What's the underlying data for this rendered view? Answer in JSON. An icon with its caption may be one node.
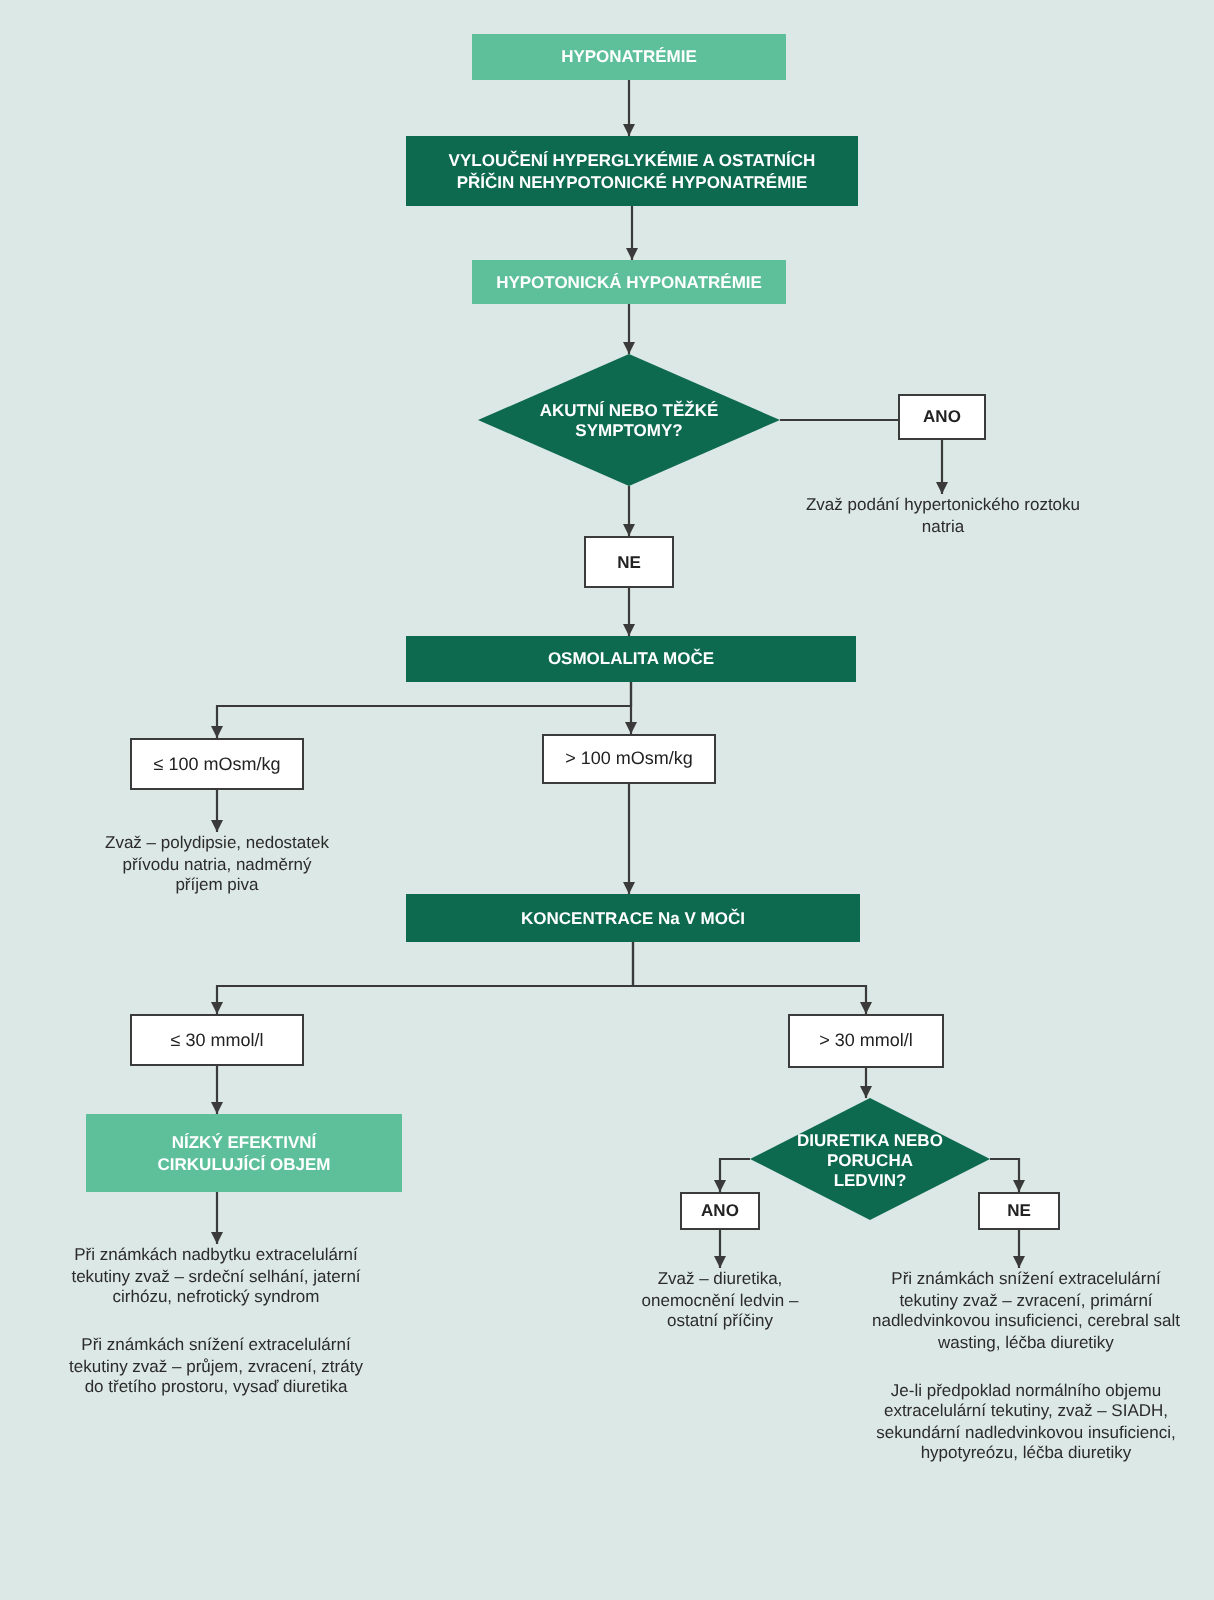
{
  "diagram": {
    "nodes": [
      {
        "text": [
          "HYPONATRÉMIE"
        ]
      },
      {
        "text": [
          "VYLOUČENÍ HYPERGLYKÉMIE A OSTATNÍCH PŘÍČIN NEHYPOTONICKÉ HYPONATRÉMIE"
        ]
      },
      {
        "text": [
          "HYPOTONICKÁ HYPONATRÉMIE"
        ]
      },
      {
        "text": [
          "AKUTNÍ NEBO TĚŽKÉ SYMPTOMY?"
        ]
      },
      {
        "text": [
          "ANO"
        ]
      },
      {
        "text": [
          "Zvaž podání hypertonického roztoku natria"
        ]
      },
      {
        "text": [
          "NE"
        ]
      },
      {
        "text": [
          "OSMOLALITA MOČE"
        ]
      },
      {
        "text": [
          "≤ 100 mOsm/kg"
        ]
      },
      {
        "text": [
          "> 100 mOsm/kg"
        ]
      },
      {
        "text": [
          "Zvaž – polydipsie, nedostatek přívodu natria, nadměrný příjem piva"
        ]
      },
      {
        "text": [
          "KONCENTRACE Na V MOČI"
        ]
      },
      {
        "text": [
          "≤ 30 mmol/l"
        ]
      },
      {
        "text": [
          "> 30 mmol/l"
        ]
      },
      {
        "text": [
          "NÍZKÝ EFEKTIVNÍ CIRKULUJÍCÍ OBJEM"
        ]
      },
      {
        "text": [
          "Při známkách nadbytku extracelulární tekutiny zvaž – srdeční selhání, jaterní cirhózu, nefrotický syndrom",
          "Při známkách snížení extracelulární tekutiny zvaž – průjem, zvracení, ztráty do třetího prostoru, vysaď diuretika"
        ]
      },
      {
        "text": [
          "DIURETIKA NEBO PORUCHA LEDVIN?"
        ]
      },
      {
        "text": [
          "ANO"
        ]
      },
      {
        "text": [
          "NE"
        ]
      },
      {
        "text": [
          "Zvaž – diuretika, onemocnění ledvin – ostatní příčiny"
        ]
      },
      {
        "text": [
          "Při známkách snížení extracelulární tekutiny zvaž – zvracení, primární nadledvinkovou insuficienci, cerebral salt wasting, léčba diuretiky",
          "Je-li předpoklad normálního objemu extracelulární tekutiny, zvaž – SIADH, sekundární nadledvinkovou insuficienci, hypotyreózu, léčba diuretiky"
        ]
      }
    ],
    "edges": [
      {
        "from": 0,
        "to": 1,
        "arrow": "to"
      },
      {
        "from": 1,
        "to": 2,
        "arrow": "to"
      },
      {
        "from": 2,
        "to": 3,
        "arrow": "to"
      },
      {
        "from": 3,
        "to": 4,
        "arrow": "none"
      },
      {
        "from": 4,
        "to": 5,
        "arrow": "to"
      },
      {
        "from": 3,
        "to": 6,
        "arrow": "to"
      },
      {
        "from": 6,
        "to": 7,
        "arrow": "to"
      },
      {
        "from": 7,
        "to": 8,
        "arrow": "to"
      },
      {
        "from": 7,
        "to": 9,
        "arrow": "to"
      },
      {
        "from": 8,
        "to": 10,
        "arrow": "to"
      },
      {
        "from": 9,
        "to": 11,
        "arrow": "to"
      },
      {
        "from": 11,
        "to": 12,
        "arrow": "to"
      },
      {
        "from": 11,
        "to": 13,
        "arrow": "to"
      },
      {
        "from": 12,
        "to": 14,
        "arrow": "to"
      },
      {
        "from": 14,
        "to": 15,
        "arrow": "to"
      },
      {
        "from": 13,
        "to": 16,
        "arrow": "to"
      },
      {
        "from": 16,
        "to": 17,
        "arrow": "to"
      },
      {
        "from": 16,
        "to": 18,
        "arrow": "to"
      },
      {
        "from": 17,
        "to": 19,
        "arrow": "to"
      },
      {
        "from": 18,
        "to": 20,
        "arrow": "to"
      }
    ]
  }
}
